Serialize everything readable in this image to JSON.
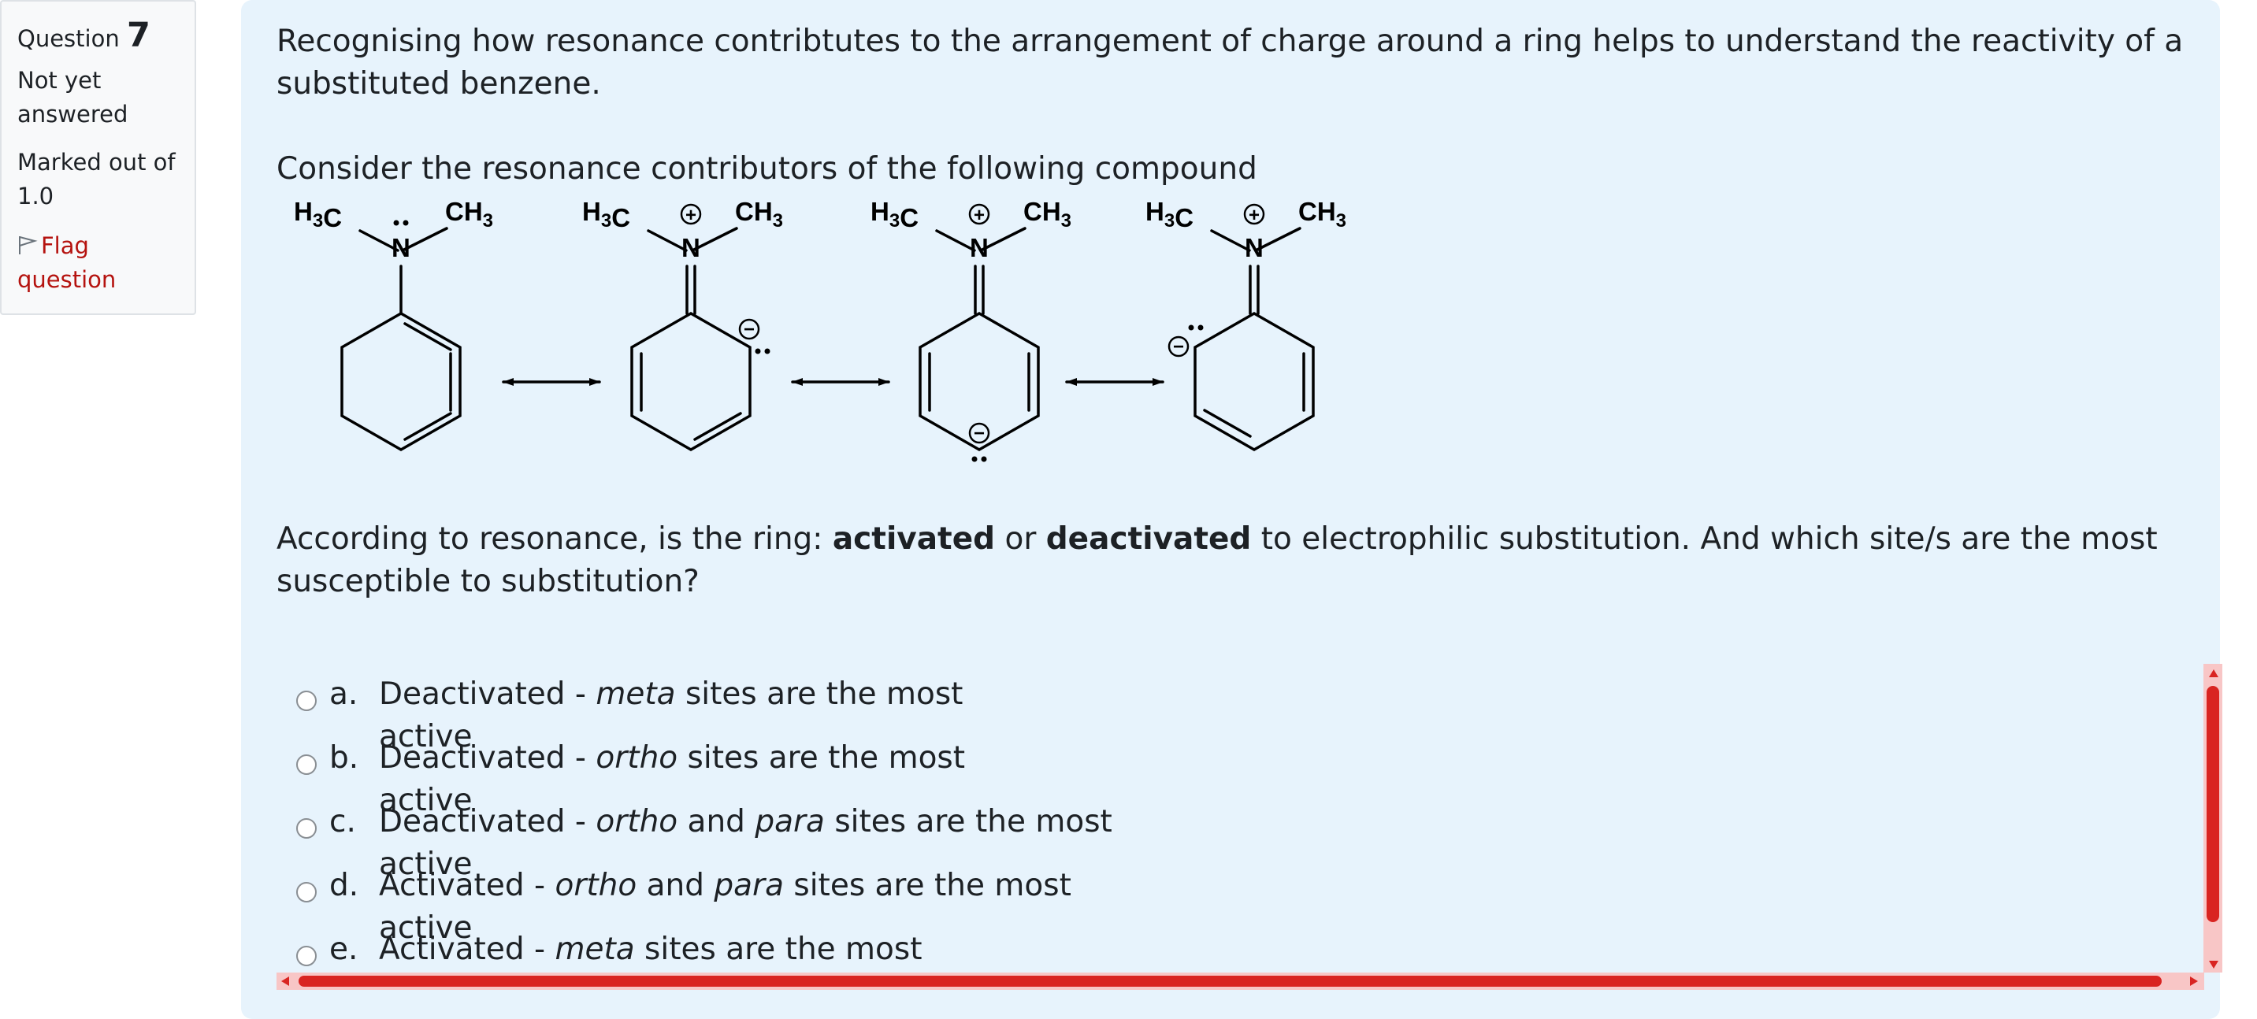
{
  "question_info": {
    "label": "Question",
    "number": "7",
    "state": "Not yet answered",
    "grade": "Marked out of 1.0",
    "flag_label": "Flag question"
  },
  "question": {
    "intro": "Recognising how resonance contribtutes to the arrangement of charge around a ring helps to understand the reactivity of a substituted benzene.",
    "consider": "Consider the resonance contributors of the following compound",
    "prompt_part1": "According to resonance, is the ring: ",
    "prompt_bold1": "activated",
    "prompt_part2": " or ",
    "prompt_bold2": "deactivated",
    "prompt_part3": " to electrophilic substitution. And which site/s are the most susceptible to substitution?"
  },
  "molecule_labels": {
    "h3c": "H3C",
    "ch3": "CH3",
    "n": "N",
    "plus": "+",
    "minus": "−"
  },
  "options": [
    {
      "letter": "a.",
      "pre": "Deactivated - ",
      "em1": "meta",
      "mid": "",
      "em2": "",
      "post": " sites are the most",
      "line2": "active"
    },
    {
      "letter": "b.",
      "pre": "Deactivated - ",
      "em1": "ortho",
      "mid": "",
      "em2": "",
      "post": " sites are the most",
      "line2": "active"
    },
    {
      "letter": "c.",
      "pre": "Deactivated - ",
      "em1": "ortho",
      "mid": " and ",
      "em2": "para",
      "post": " sites are the most",
      "line2": "active"
    },
    {
      "letter": "d.",
      "pre": "Activated - ",
      "em1": "ortho",
      "mid": " and ",
      "em2": "para",
      "post": " sites are the most",
      "line2": "active"
    },
    {
      "letter": "e.",
      "pre": "Activated - ",
      "em1": "meta",
      "mid": "",
      "em2": "",
      "post": " sites are the most",
      "line2": ""
    }
  ],
  "colors": {
    "content_bg": "#e7f3fc",
    "flag": "#b5130f",
    "scrollbar": "#d92421",
    "scroll_track": "#f8c6c6"
  }
}
